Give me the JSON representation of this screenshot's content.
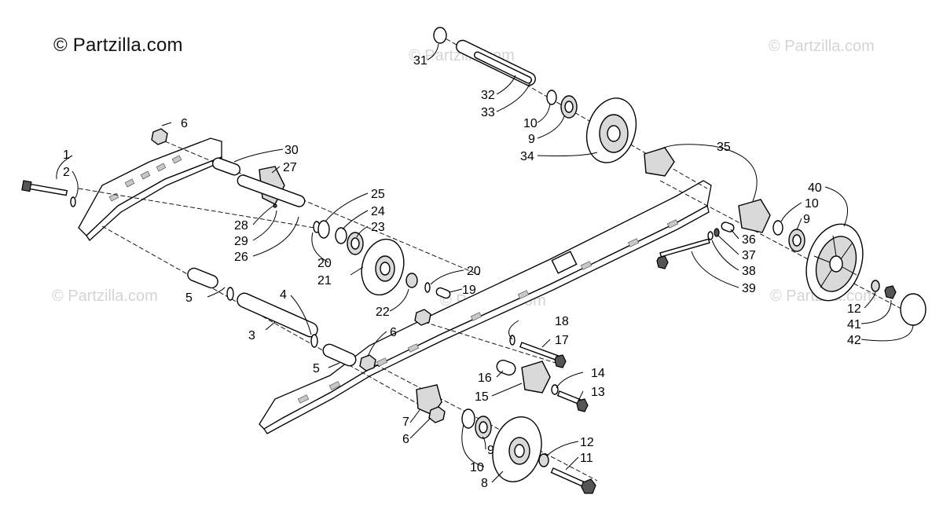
{
  "brand": "© Partzilla.com",
  "watermark": "© Partzilla.com",
  "labels": {
    "l1": "1",
    "l2": "2",
    "l3": "3",
    "l4": "4",
    "l5a": "5",
    "l5b": "5",
    "l6a": "6",
    "l6b": "6",
    "l6c": "6",
    "l7": "7",
    "l8": "8",
    "l9a": "9",
    "l9b": "9",
    "l9c": "9",
    "l10a": "10",
    "l10b": "10",
    "l10c": "10",
    "l11": "11",
    "l12a": "12",
    "l12b": "12",
    "l13": "13",
    "l14": "14",
    "l15": "15",
    "l16": "16",
    "l17": "17",
    "l18": "18",
    "l19": "19",
    "l20a": "20",
    "l20b": "20",
    "l21": "21",
    "l22": "22",
    "l23": "23",
    "l24": "24",
    "l25": "25",
    "l26": "26",
    "l27": "27",
    "l28": "28",
    "l29": "29",
    "l30": "30",
    "l31": "31",
    "l32": "32",
    "l33": "33",
    "l34": "34",
    "l35": "35",
    "l36": "36",
    "l37": "37",
    "l38": "38",
    "l39": "39",
    "l40": "40",
    "l41": "41",
    "l42": "42"
  }
}
